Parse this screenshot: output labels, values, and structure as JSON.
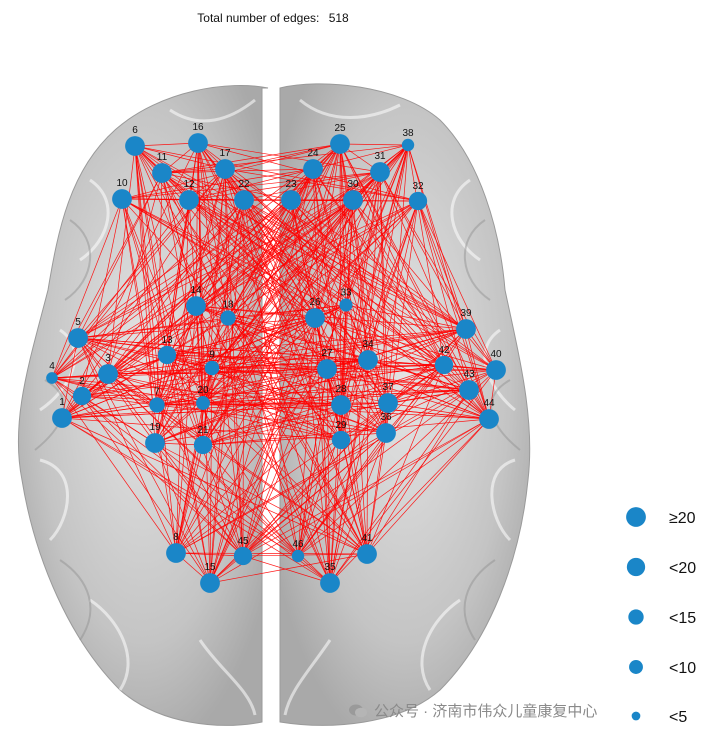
{
  "header": {
    "title_label": "Total number of edges:",
    "edge_total": "518"
  },
  "colors": {
    "node": "#1a86c8",
    "edge": "#ff0000",
    "brain": "#bdbdbd"
  },
  "nodes": [
    {
      "id": "1",
      "degree": 20
    },
    {
      "id": "2",
      "degree": 18
    },
    {
      "id": "3",
      "degree": 20
    },
    {
      "id": "4",
      "degree": 9
    },
    {
      "id": "5",
      "degree": 20
    },
    {
      "id": "6",
      "degree": 20
    },
    {
      "id": "7",
      "degree": 14
    },
    {
      "id": "8",
      "degree": 20
    },
    {
      "id": "9",
      "degree": 13
    },
    {
      "id": "10",
      "degree": 20
    },
    {
      "id": "11",
      "degree": 20
    },
    {
      "id": "12",
      "degree": 20
    },
    {
      "id": "13",
      "degree": 18
    },
    {
      "id": "14",
      "degree": 20
    },
    {
      "id": "15",
      "degree": 20
    },
    {
      "id": "16",
      "degree": 20
    },
    {
      "id": "17",
      "degree": 20
    },
    {
      "id": "18",
      "degree": 14
    },
    {
      "id": "19",
      "degree": 20
    },
    {
      "id": "20",
      "degree": 12
    },
    {
      "id": "21",
      "degree": 18
    },
    {
      "id": "22",
      "degree": 20
    },
    {
      "id": "23",
      "degree": 20
    },
    {
      "id": "24",
      "degree": 20
    },
    {
      "id": "25",
      "degree": 20
    },
    {
      "id": "26",
      "degree": 20
    },
    {
      "id": "27",
      "degree": 20
    },
    {
      "id": "28",
      "degree": 20
    },
    {
      "id": "29",
      "degree": 18
    },
    {
      "id": "30",
      "degree": 20
    },
    {
      "id": "31",
      "degree": 20
    },
    {
      "id": "32",
      "degree": 18
    },
    {
      "id": "33",
      "degree": 11
    },
    {
      "id": "34",
      "degree": 20
    },
    {
      "id": "35",
      "degree": 20
    },
    {
      "id": "36",
      "degree": 20
    },
    {
      "id": "37",
      "degree": 20
    },
    {
      "id": "38",
      "degree": 10
    },
    {
      "id": "39",
      "degree": 20
    },
    {
      "id": "40",
      "degree": 20
    },
    {
      "id": "41",
      "degree": 20
    },
    {
      "id": "42",
      "degree": 18
    },
    {
      "id": "43",
      "degree": 20
    },
    {
      "id": "44",
      "degree": 20
    },
    {
      "id": "45",
      "degree": 18
    },
    {
      "id": "46",
      "degree": 10
    }
  ],
  "legend": [
    {
      "label": "≥20",
      "degree": 20
    },
    {
      "label": "<20",
      "degree": 18
    },
    {
      "label": "<15",
      "degree": 14
    },
    {
      "label": "<10",
      "degree": 12
    },
    {
      "label": "<5",
      "degree": 5
    }
  ],
  "watermark": "公众号 · 济南市伟众儿童康复中心"
}
